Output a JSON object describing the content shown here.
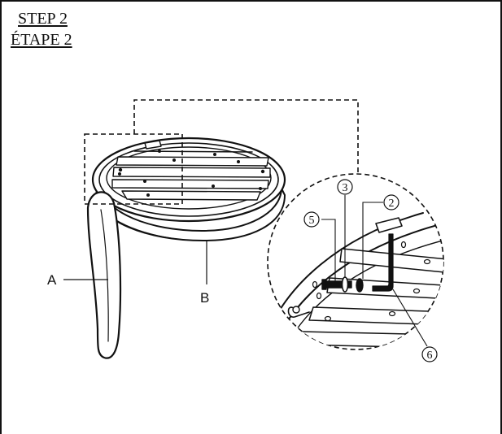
{
  "heading": {
    "step_en": "STEP 2",
    "step_fr": "ÉTAPE 2"
  },
  "labels": {
    "leg": "A",
    "ring": "B"
  },
  "callouts": {
    "part_2": "2",
    "part_3": "3",
    "part_5": "5",
    "part_6": "6"
  }
}
